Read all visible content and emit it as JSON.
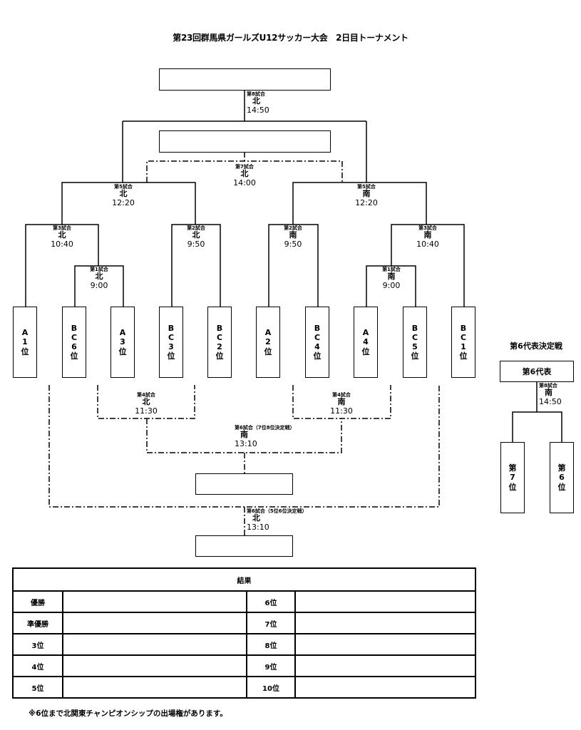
{
  "title": "第23回群馬県ガールズU12サッカー大会　2日目トーナメント",
  "games": {
    "g8_final": {
      "game": "第8試合",
      "site": "北",
      "time": "14:50"
    },
    "g7": {
      "game": "第7試合",
      "site": "北",
      "time": "14:00"
    },
    "g5_north": {
      "game": "第5試合",
      "site": "北",
      "time": "12:20"
    },
    "g5_south": {
      "game": "第5試合",
      "site": "南",
      "time": "12:20"
    },
    "g3_north": {
      "game": "第3試合",
      "site": "北",
      "time": "10:40"
    },
    "g2_north": {
      "game": "第2試合",
      "site": "北",
      "time": "9:50"
    },
    "g1_north": {
      "game": "第1試合",
      "site": "北",
      "time": "9:00"
    },
    "g2_south": {
      "game": "第2試合",
      "site": "南",
      "time": "9:50"
    },
    "g3_south": {
      "game": "第3試合",
      "site": "南",
      "time": "10:40"
    },
    "g1_south": {
      "game": "第1試合",
      "site": "南",
      "time": "9:00"
    },
    "g4_north": {
      "game": "第4試合",
      "site": "北",
      "time": "11:30"
    },
    "g4_south": {
      "game": "第4試合",
      "site": "南",
      "time": "11:30"
    },
    "g6_7th8th": {
      "game": "第6試合（7位8位決定戦）",
      "site": "南",
      "time": "13:10"
    },
    "g6_5th6th": {
      "game": "第6試合（5位6位決定戦）",
      "site": "北",
      "time": "13:10"
    }
  },
  "teams": [
    {
      "lines": [
        "A",
        "1",
        "位"
      ]
    },
    {
      "lines": [
        "B",
        "C",
        "6",
        "位"
      ]
    },
    {
      "lines": [
        "A",
        "3",
        "位"
      ]
    },
    {
      "lines": [
        "B",
        "C",
        "3",
        "位"
      ]
    },
    {
      "lines": [
        "B",
        "C",
        "2",
        "位"
      ]
    },
    {
      "lines": [
        "A",
        "2",
        "位"
      ]
    },
    {
      "lines": [
        "B",
        "C",
        "4",
        "位"
      ]
    },
    {
      "lines": [
        "A",
        "4",
        "位"
      ]
    },
    {
      "lines": [
        "B",
        "C",
        "5",
        "位"
      ]
    },
    {
      "lines": [
        "B",
        "C",
        "1",
        "位"
      ]
    }
  ],
  "representative": {
    "title": "第6代表決定戦",
    "box_label": "第6代表",
    "game": {
      "game": "第8試合",
      "site": "南",
      "time": "14:50"
    },
    "teams": [
      {
        "lines": [
          "第",
          "7",
          "位"
        ]
      },
      {
        "lines": [
          "第",
          "6",
          "位"
        ]
      }
    ]
  },
  "results": {
    "header": "結果",
    "rows": [
      {
        "left_label": "優勝",
        "left_value": "",
        "right_label": "6位",
        "right_value": ""
      },
      {
        "left_label": "準優勝",
        "left_value": "",
        "right_label": "7位",
        "right_value": ""
      },
      {
        "left_label": "3位",
        "left_value": "",
        "right_label": "8位",
        "right_value": ""
      },
      {
        "left_label": "4位",
        "left_value": "",
        "right_label": "9位",
        "right_value": ""
      },
      {
        "left_label": "5位",
        "left_value": "",
        "right_label": "10位",
        "right_value": ""
      }
    ]
  },
  "note": "※6位まで北関東チャンピオンシップの出場権があります。"
}
